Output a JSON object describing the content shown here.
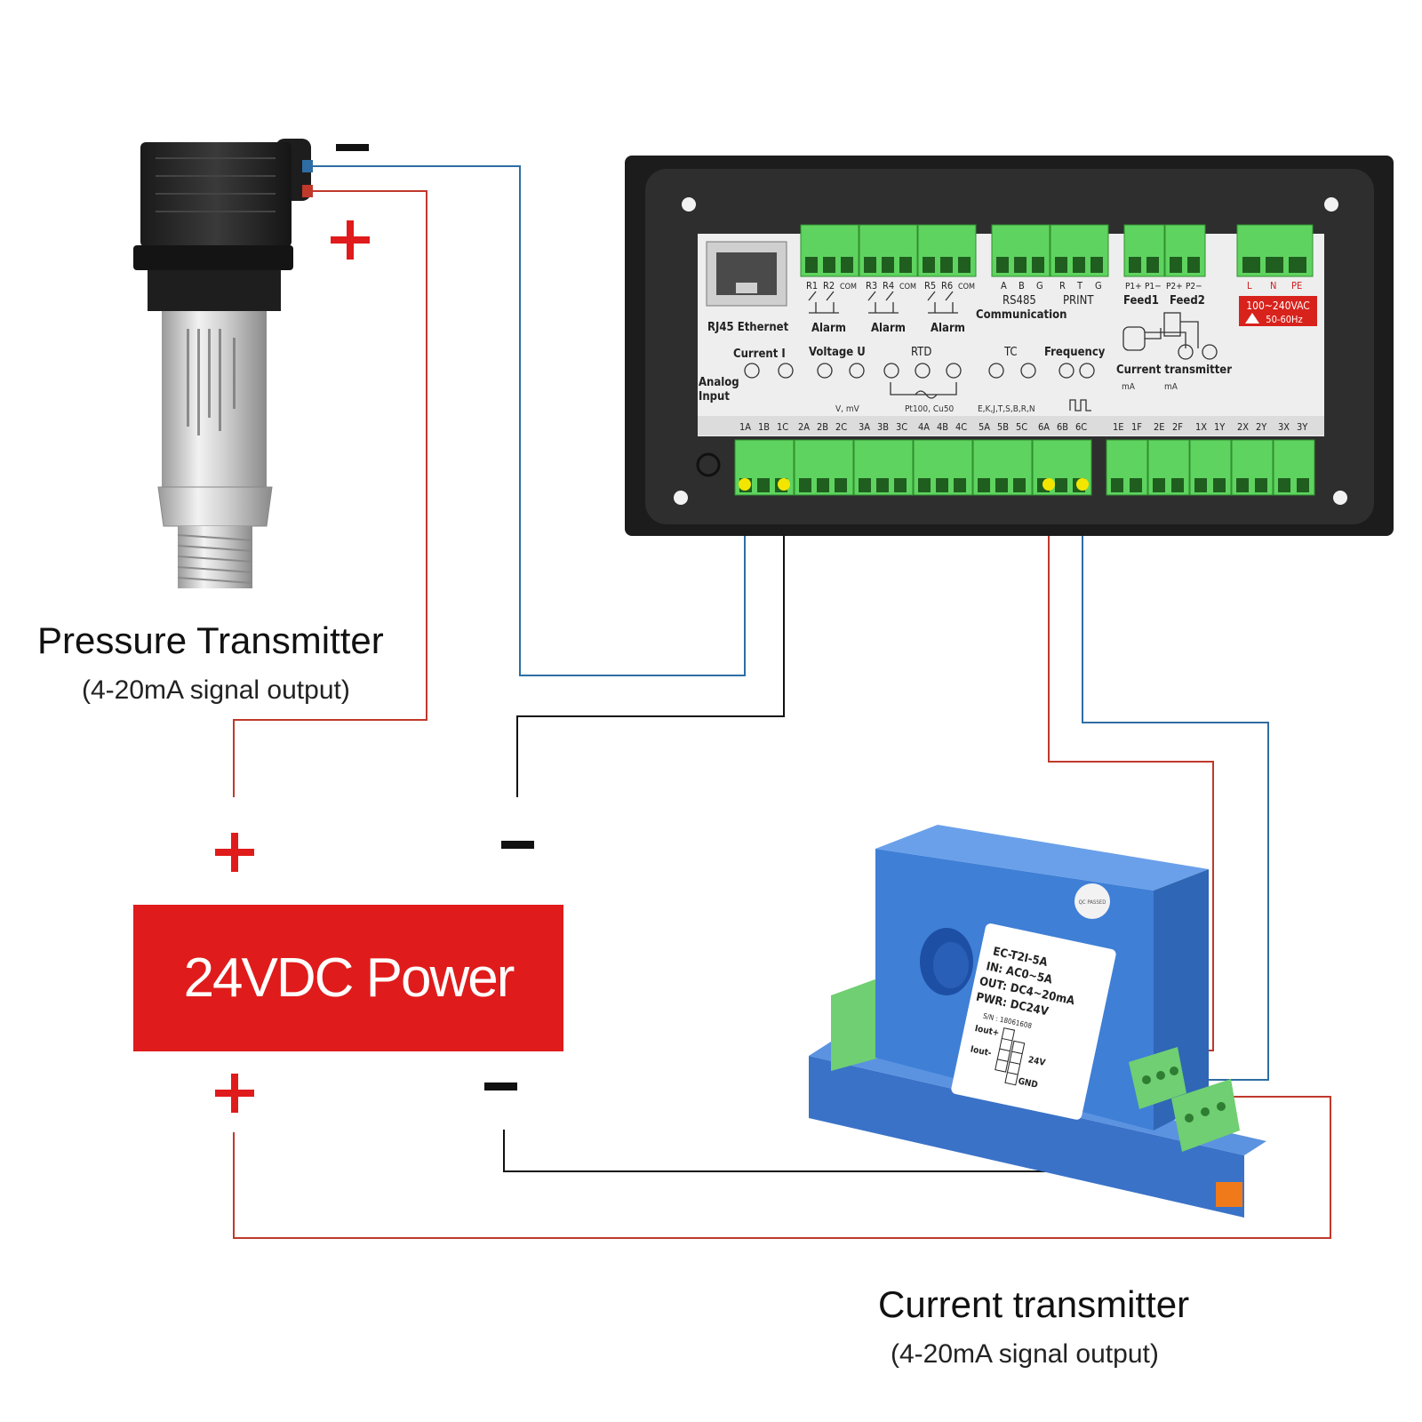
{
  "colors": {
    "wire_positive": "#c0392b",
    "wire_blue": "#2e6da4",
    "wire_black": "#111111",
    "power_box": "#e01b1b",
    "terminal_green": "#5fd35f",
    "transmitter_blue": "#3f7fd6",
    "panel": "#2a2a2a",
    "yellow_dot": "#f2e600"
  },
  "labels": {
    "sign_minus": "−",
    "sign_plus": "+"
  },
  "pressure_transmitter": {
    "title": "Pressure Transmitter",
    "subtitle": "(4-20mA signal output)"
  },
  "power_supply": {
    "label": "24VDC Power"
  },
  "current_transmitter": {
    "title": "Current transmitter",
    "subtitle": "(4-20mA signal output)",
    "model": "EC-T2I-5A",
    "input": "IN: AC0~5A",
    "output": "OUT: DC4~20mA",
    "power": "PWR: DC24V",
    "serial": "S/N : 18061608",
    "iout_plus": "Iout+",
    "iout_minus": "Iout-",
    "pin_24v": "24V",
    "pin_gnd": "GND",
    "qc_badge": "QC PASSED"
  },
  "controller": {
    "ethernet_label": "RJ45 Ethernet",
    "top_terminals": [
      "R1",
      "R2",
      "COM",
      "R3",
      "R4",
      "COM",
      "R5",
      "R6",
      "COM",
      "A",
      "B",
      "G",
      "R",
      "T",
      "G",
      "P1+",
      "P1−",
      "P2+",
      "P2−",
      "L",
      "N",
      "PE"
    ],
    "alarm_label": "Alarm",
    "rs485_label": "RS485",
    "print_label": "PRINT",
    "communication_label": "Communication",
    "feed1_label": "Feed1",
    "feed2_label": "Feed2",
    "power_rating": "100~240VAC",
    "power_freq": "50-60Hz",
    "analog_label_1": "Analog",
    "analog_label_2": "Input",
    "current_label": "Current I",
    "voltage_label": "Voltage U",
    "rtd_label": "RTD",
    "tc_label": "TC",
    "frequency_label": "Frequency",
    "current_transmitter_label": "Current transmitter",
    "units_v": "V, mV",
    "units_rtd": "Pt100, Cu50",
    "units_tc": "E,K,J,T,S,B,R,N",
    "units_ma_1": "mA",
    "units_ma_2": "mA",
    "bottom_terminals": [
      "1A",
      "1B",
      "1C",
      "2A",
      "2B",
      "2C",
      "3A",
      "3B",
      "3C",
      "4A",
      "4B",
      "4C",
      "5A",
      "5B",
      "5C",
      "6A",
      "6B",
      "6C",
      "1E",
      "1F",
      "2E",
      "2F",
      "1X",
      "1Y",
      "2X",
      "2Y",
      "3X",
      "3Y"
    ]
  }
}
